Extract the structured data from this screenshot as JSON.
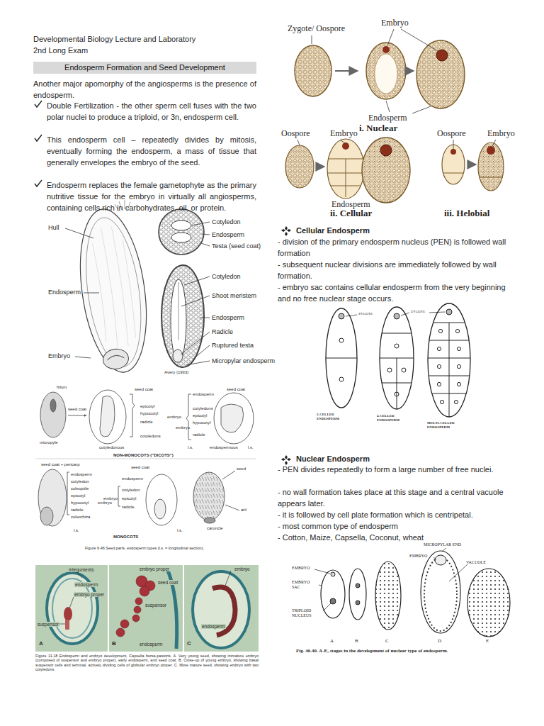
{
  "diagram": {
    "nodes": [
      {
        "text": [
          "Endosperm Formation and Seed Development"
        ]
      }
    ],
    "labels": [
      "Developmental Biology Lecture and Laboratory",
      "2nd Long Exam",
      "Another major apomorphy of the angiosperms is the presence of endosperm.",
      "Double Fertilization - the other sperm cell fuses with the two polar nuclei to produce a triploid, or 3n, endosperm cell.",
      "This endosperm cell – repeatedly divides by mitosis, eventually forming the endosperm, a mass of tissue that generally envelopes the embryo of the seed.",
      "Endosperm replaces the female gametophyte as the primary nutritive tissue for the embryo in virtually all angiosperms, containing cells rich in carbohydrates, oil, or protein.",
      "Hull",
      "Endosperm",
      "Embryo",
      "Cotyledon",
      "Endosperm",
      "Testa (seed coat)",
      "Cotyledon",
      "Shoot meristem",
      "Endosperm",
      "Radicle",
      "Ruptured testa",
      "Micropylar endosperm",
      "Avery (1933)",
      "hilum",
      "seed coat",
      "micropyle",
      "seed coat",
      "epicotyl",
      "hypocotyl",
      "radicle",
      "cotyledons",
      "embryo",
      "cotyledonous",
      "l.s.",
      "seed coat",
      "endosperm",
      "cotyledons",
      "epicotyl",
      "hypocotyl",
      "radicle",
      "embryo",
      "endospermous",
      "l.s.",
      "NON-MONOCOTS (\"DICOTS\")",
      "seed coat + pericarp",
      "endosperm",
      "cotyledon",
      "coleoptile",
      "epicotyl",
      "hypocotyl",
      "radicle",
      "coleorhiza",
      "embryo",
      "l.s.",
      "seed coat",
      "endosperm",
      "cotyledon",
      "epicotyl",
      "radicle",
      "embryo",
      "l.s.",
      "seed",
      "aril",
      "caruncle",
      "MONOCOTS",
      "Figure 9.46 Seed parts, endosperm types (l.s. = longitudinal section).",
      "integuments",
      "endosperm",
      "embryo proper",
      "suspensor",
      "A",
      "embryo proper",
      "seed coat",
      "suspensor",
      "endosperm",
      "B",
      "embryo",
      "endosperm",
      "C",
      "Figure 11.18 Endosperm and embryo development, Capsella bursa-pastoris. A. Very young seed, showing immature embryo (composed of suspensor and embryo proper), early endosperm, and seed coat. B. Close-up of young embryo, showing basal suspensor cells and terminal, actively dividing cells of globular embryo proper. C. More mature seed, showing embryo with two cotyledons.",
      "Zygote/ Oospore",
      "Embryo",
      "Endosperm",
      "i. Nuclear",
      "Oospore",
      "Embryo",
      "Oospore",
      "Embryo",
      "Endosperm",
      "ii. Cellular",
      "iii. Helobial",
      "Cellular Endosperm",
      "- division of the primary endosperm nucleus (PEN) is followed wall formation",
      "- subsequent nuclear divisions are immediately followed by wall formation.",
      "- embryo sac contains cellular endosperm from the very beginning and no free nuclear stage occurs.",
      "ZYGOTE",
      "ZYGOTE",
      "2-CELLED ENDOSPERM",
      "4-CELLED ENDOSPERM",
      "MULTI-CELLED ENDOSPERM",
      "Nuclear Endosperm",
      "- PEN divides repeatedly to form a large number of free nuclei.",
      "- no wall formation takes place at this stage and a central vacuole appears later.",
      "- it is followed by cell plate formation which is centripetal.",
      "- most common type of endosperm",
      "- Cotton, Maize, Capsella, Coconut, wheat",
      "MICROPYLAR END",
      "EMBRYO",
      "VACUOLE",
      "EMBRYO",
      "EMBRYO SAC",
      "TRIPLOID NUCLEUS",
      "A",
      "B",
      "C",
      "D",
      "E",
      "Fig. 46.40. A-E, stages in the development of nuclear type of endosperm."
    ]
  }
}
